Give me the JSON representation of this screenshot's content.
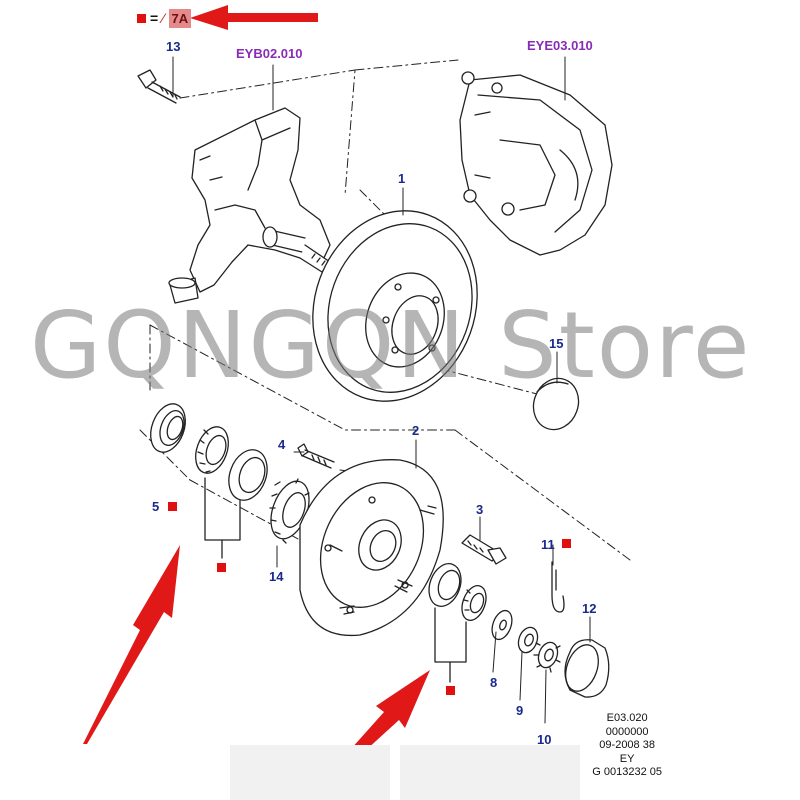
{
  "legend": {
    "equals": "=",
    "code": "7A"
  },
  "references": {
    "knuckle": "EYB02.010",
    "caliper": "EYE03.010"
  },
  "callouts": {
    "c1": "1",
    "c2": "2",
    "c3": "3",
    "c4": "4",
    "c5": "5",
    "c8": "8",
    "c9": "9",
    "c10": "10",
    "c11": "11",
    "c12": "12",
    "c13": "13",
    "c14": "14",
    "c15": "15"
  },
  "watermark": "GQNGQN Store",
  "info_block": {
    "line1": "E03.020",
    "line2": "0000000",
    "line3": "09-2008 38",
    "line4": "EY",
    "line5": "G 0013232 05"
  },
  "colors": {
    "callout": "#1a2a8c",
    "reference": "#8a2bb5",
    "highlight": "#e01010",
    "arrow": "#e01818",
    "line": "#222222"
  }
}
